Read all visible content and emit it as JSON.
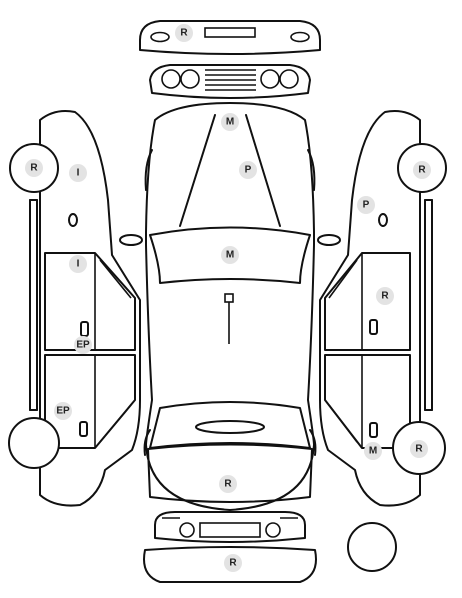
{
  "colors": {
    "line": "#111111",
    "badge": "#e3e3e3",
    "background": "#ffffff"
  },
  "badges": {
    "front_bumper": "R",
    "hood": "M",
    "hood_panel": "P",
    "windshield": "M",
    "trunk": "R",
    "rear_bumper": "R",
    "left_front_wheel": "R",
    "left_fender": "I",
    "left_front_door": "I",
    "left_front_door_handle": "EP",
    "left_rear_door": "EP",
    "right_front_wheel": "R",
    "right_fender": "P",
    "right_front_door": "R",
    "right_rear_door": "M",
    "right_rear_wheel": "R"
  }
}
